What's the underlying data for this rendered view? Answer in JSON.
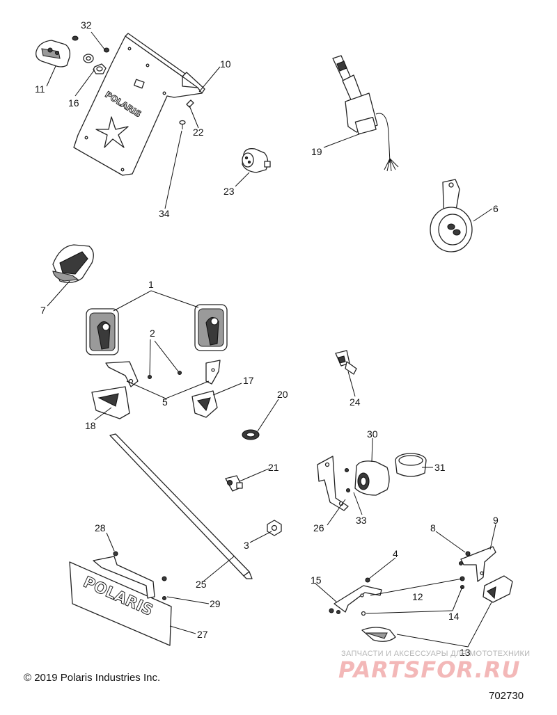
{
  "callouts": {
    "c1": "1",
    "c2": "2",
    "c3": "3",
    "c4": "4",
    "c5": "5",
    "c6": "6",
    "c7": "7",
    "c8": "8",
    "c9": "9",
    "c10": "10",
    "c11": "11",
    "c12": "12",
    "c13": "13",
    "c14": "14",
    "c15": "15",
    "c16": "16",
    "c17": "17",
    "c18": "18",
    "c19": "19",
    "c20": "20",
    "c21": "21",
    "c22": "22",
    "c23": "23",
    "c24": "24",
    "c25": "25",
    "c26": "26",
    "c27": "27",
    "c28": "28",
    "c29": "29",
    "c30": "30",
    "c31": "31",
    "c32": "32",
    "c33": "33",
    "c34": "34"
  },
  "plate_logo_text": "POLARIS",
  "dash_logo_text": "POLARIS",
  "copyright": "© 2019 Polaris Industries Inc.",
  "figure_id": "702730",
  "watermark": {
    "line": "ЗАПЧАСТИ И АКСЕССУАРЫ ДЛЯ МОТОТЕХНИКИ",
    "logo": "PARTSFOR.RU"
  },
  "colors": {
    "line": "#222222",
    "watermark_logo": "#f3b8b8",
    "watermark_text": "#b5b5b5"
  }
}
